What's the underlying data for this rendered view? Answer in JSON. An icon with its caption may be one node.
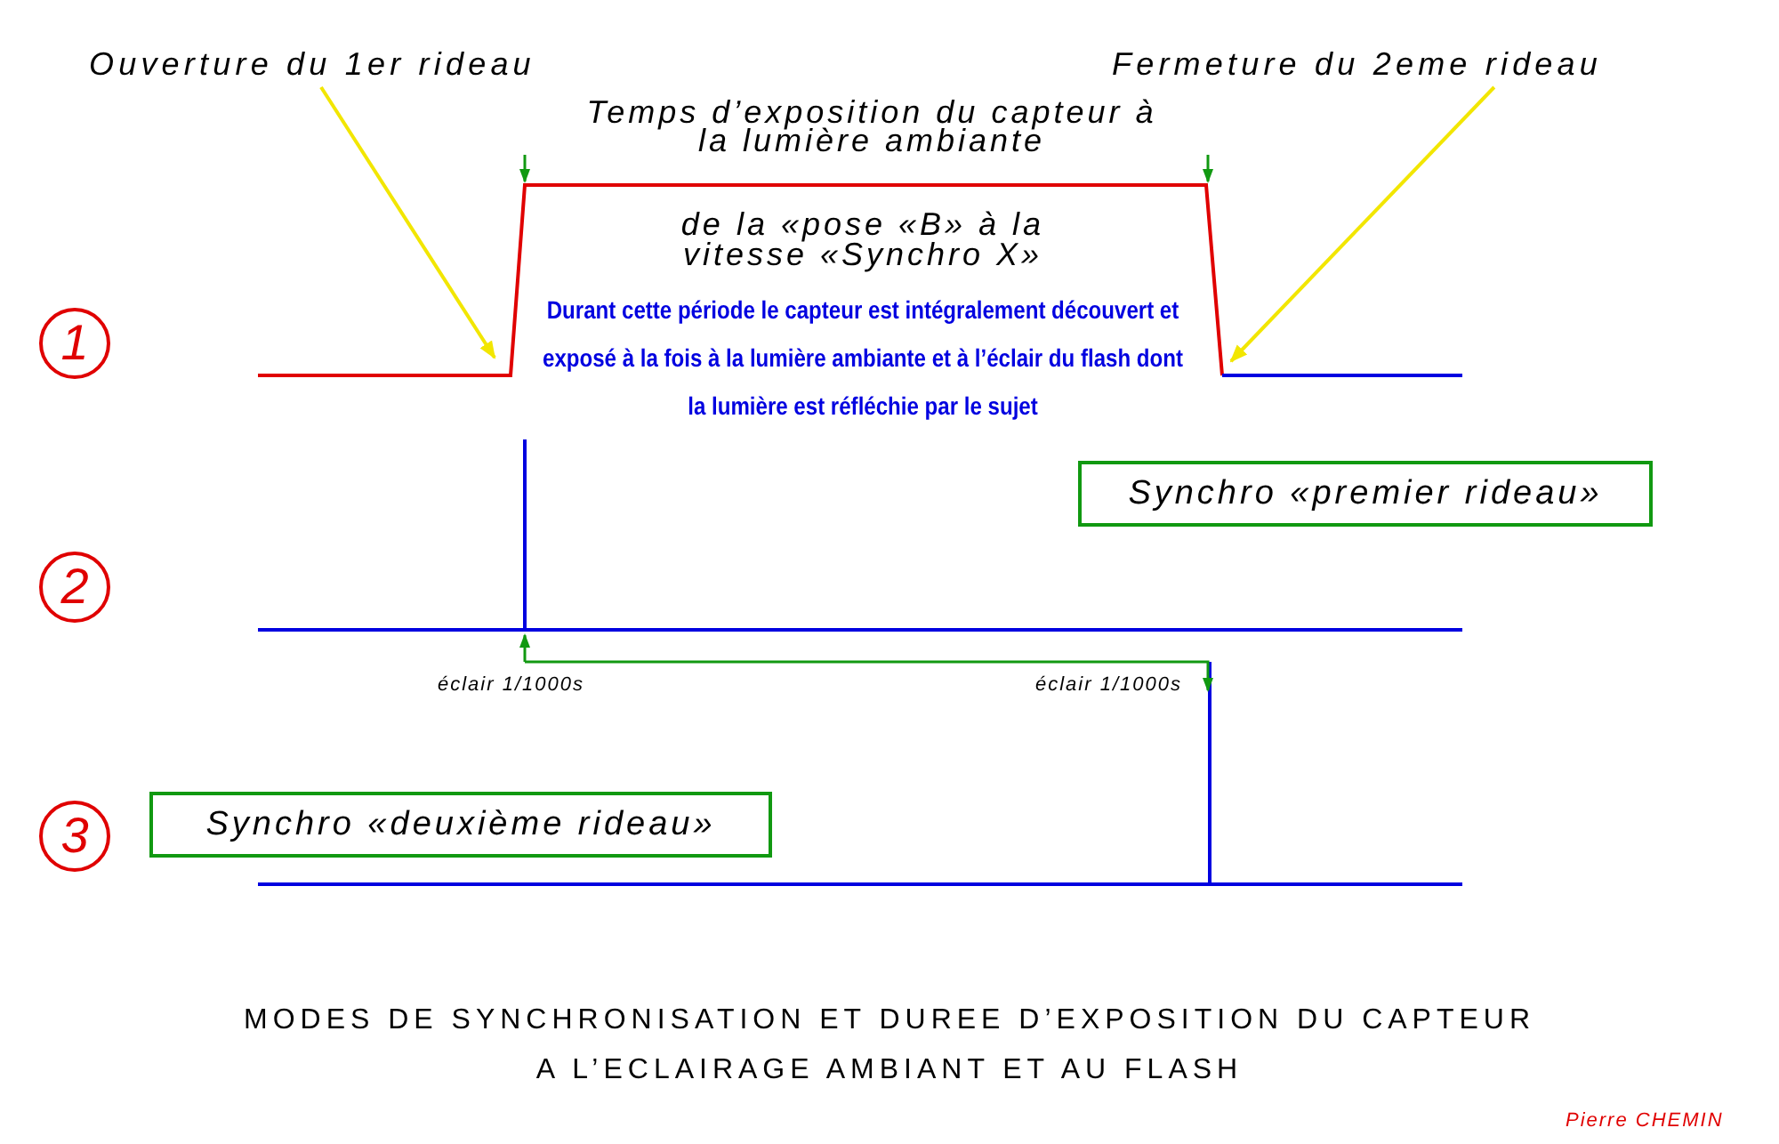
{
  "diagram": {
    "caption": "MODES DE SYNCHRONISATION ET DUREE D’EXPOSITION DU CAPTEUR A L’ECLAIRAGE AMBIANT ET AU FLASH",
    "nodes": [
      {
        "text": [
          "Ouverture du 1er rideau"
        ]
      },
      {
        "text": [
          "Fermeture du 2eme rideau"
        ]
      },
      {
        "text": [
          "1"
        ]
      },
      {
        "text": [
          "Synchro «premier rideau»"
        ]
      },
      {
        "text": [
          "2"
        ]
      },
      {
        "text": [
          "3"
        ]
      },
      {
        "text": [
          "Synchro «deuxième rideau»"
        ]
      }
    ],
    "edges": [
      {
        "from": 0,
        "to": null,
        "arrow": "to"
      },
      {
        "from": 1,
        "to": null,
        "arrow": "to"
      }
    ],
    "labels": [
      "Temps d’exposition du capteur à la lumière ambiante",
      "de la «pose «B» à la vitesse «Synchro X»",
      "Durant cette période le capteur est intégralement découvert et exposé à la fois à la lumière ambiante et à l’éclair du flash dont la lumière est réfléchie par le sujet",
      "éclair 1/1000s",
      "éclair 1/1000s",
      "Pierre CHEMIN"
    ]
  }
}
